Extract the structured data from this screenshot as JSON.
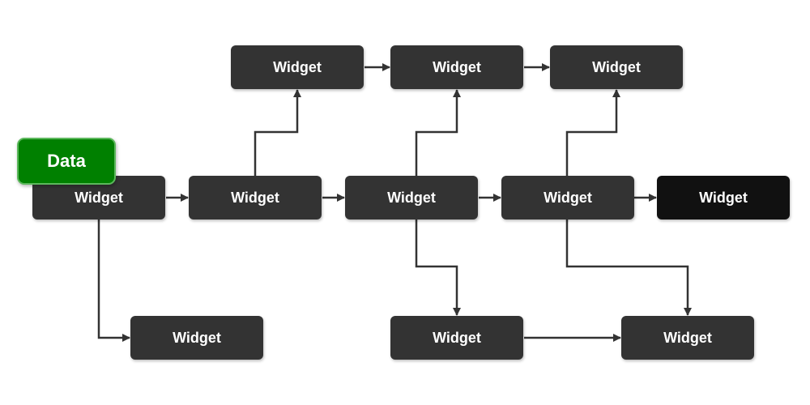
{
  "diagram": {
    "data_tag": "Data",
    "nodes": [
      {
        "id": "m1",
        "label": "Widget"
      },
      {
        "id": "m2",
        "label": "Widget"
      },
      {
        "id": "m3",
        "label": "Widget"
      },
      {
        "id": "m4",
        "label": "Widget"
      },
      {
        "id": "m5",
        "label": "Widget"
      },
      {
        "id": "t1",
        "label": "Widget"
      },
      {
        "id": "t2",
        "label": "Widget"
      },
      {
        "id": "t3",
        "label": "Widget"
      },
      {
        "id": "b1",
        "label": "Widget"
      },
      {
        "id": "b2",
        "label": "Widget"
      },
      {
        "id": "b3",
        "label": "Widget"
      }
    ],
    "edges": [
      {
        "from": "m1",
        "to": "m2"
      },
      {
        "from": "m2",
        "to": "m3"
      },
      {
        "from": "m3",
        "to": "m4"
      },
      {
        "from": "m4",
        "to": "m5"
      },
      {
        "from": "t1",
        "to": "t2"
      },
      {
        "from": "t2",
        "to": "t3"
      },
      {
        "from": "m2",
        "to": "t1"
      },
      {
        "from": "m3",
        "to": "t2"
      },
      {
        "from": "m4",
        "to": "t3"
      },
      {
        "from": "m1",
        "to": "b1"
      },
      {
        "from": "m3",
        "to": "b2"
      },
      {
        "from": "m4",
        "to": "b3"
      },
      {
        "from": "b2",
        "to": "b3"
      }
    ]
  },
  "colors": {
    "node": "#333333",
    "node_terminal": "#111111",
    "data_badge": "#008000",
    "data_badge_border": "#5cb85c",
    "edge": "#333333"
  }
}
